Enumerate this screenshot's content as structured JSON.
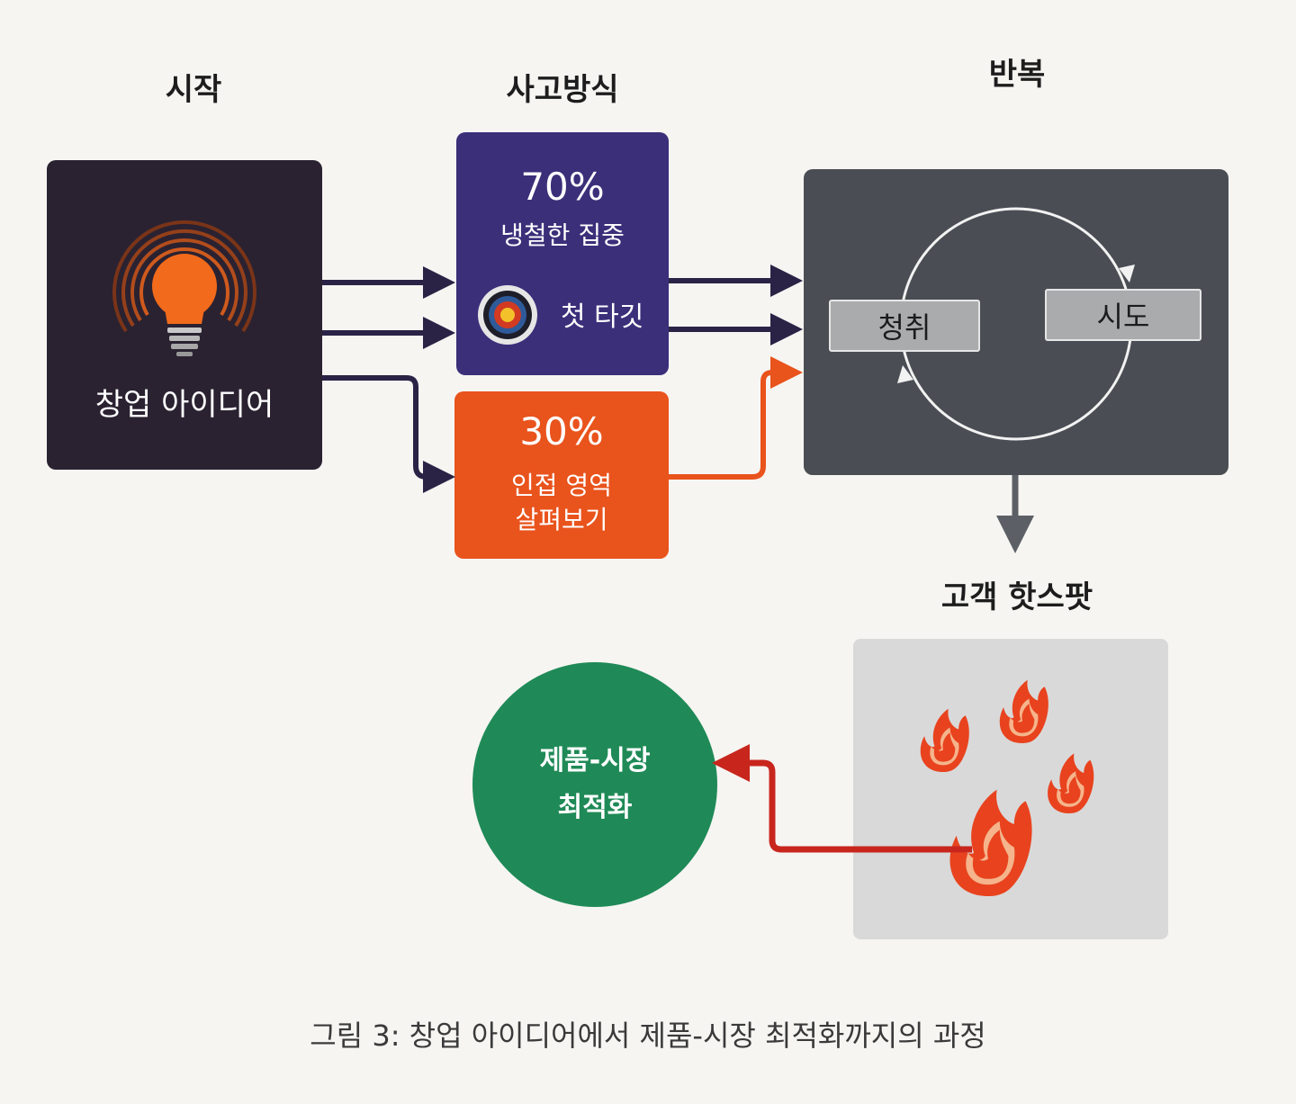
{
  "headings": {
    "start": "시작",
    "mindset": "사고방식",
    "iterate": "반복",
    "hotspot": "고객 핫스팟"
  },
  "start_box": {
    "label": "창업 아이디어",
    "icon": "lightbulb-icon"
  },
  "focus_box": {
    "percent": "70%",
    "label": "냉철한 집중",
    "target_label": "첫 타깃",
    "icon": "target-icon"
  },
  "explore_box": {
    "percent": "30%",
    "label_line1": "인접 영역",
    "label_line2": "살펴보기"
  },
  "iterate_box": {
    "listen": "청취",
    "try": "시도"
  },
  "hotspot_box": {
    "icon": "fire-icon"
  },
  "pmf": {
    "line1": "제품-시장",
    "line2": "최적화"
  },
  "caption": "그림 3: 창업 아이디어에서 제품-시장 최적화까지의 과정",
  "colors": {
    "dark_box": "#2a2231",
    "focus": "#3b2f7a",
    "explore": "#e9531c",
    "iterate": "#4a4e54",
    "hotspot": "#d9d9d9",
    "pmf": "#1f8a57",
    "bulb": "#f26a1b",
    "fire": "#e8431e",
    "arrow_dark": "#2b2346",
    "arrow_orange": "#e9531c",
    "arrow_red": "#c8261d",
    "arrow_gray": "#5c6066"
  }
}
